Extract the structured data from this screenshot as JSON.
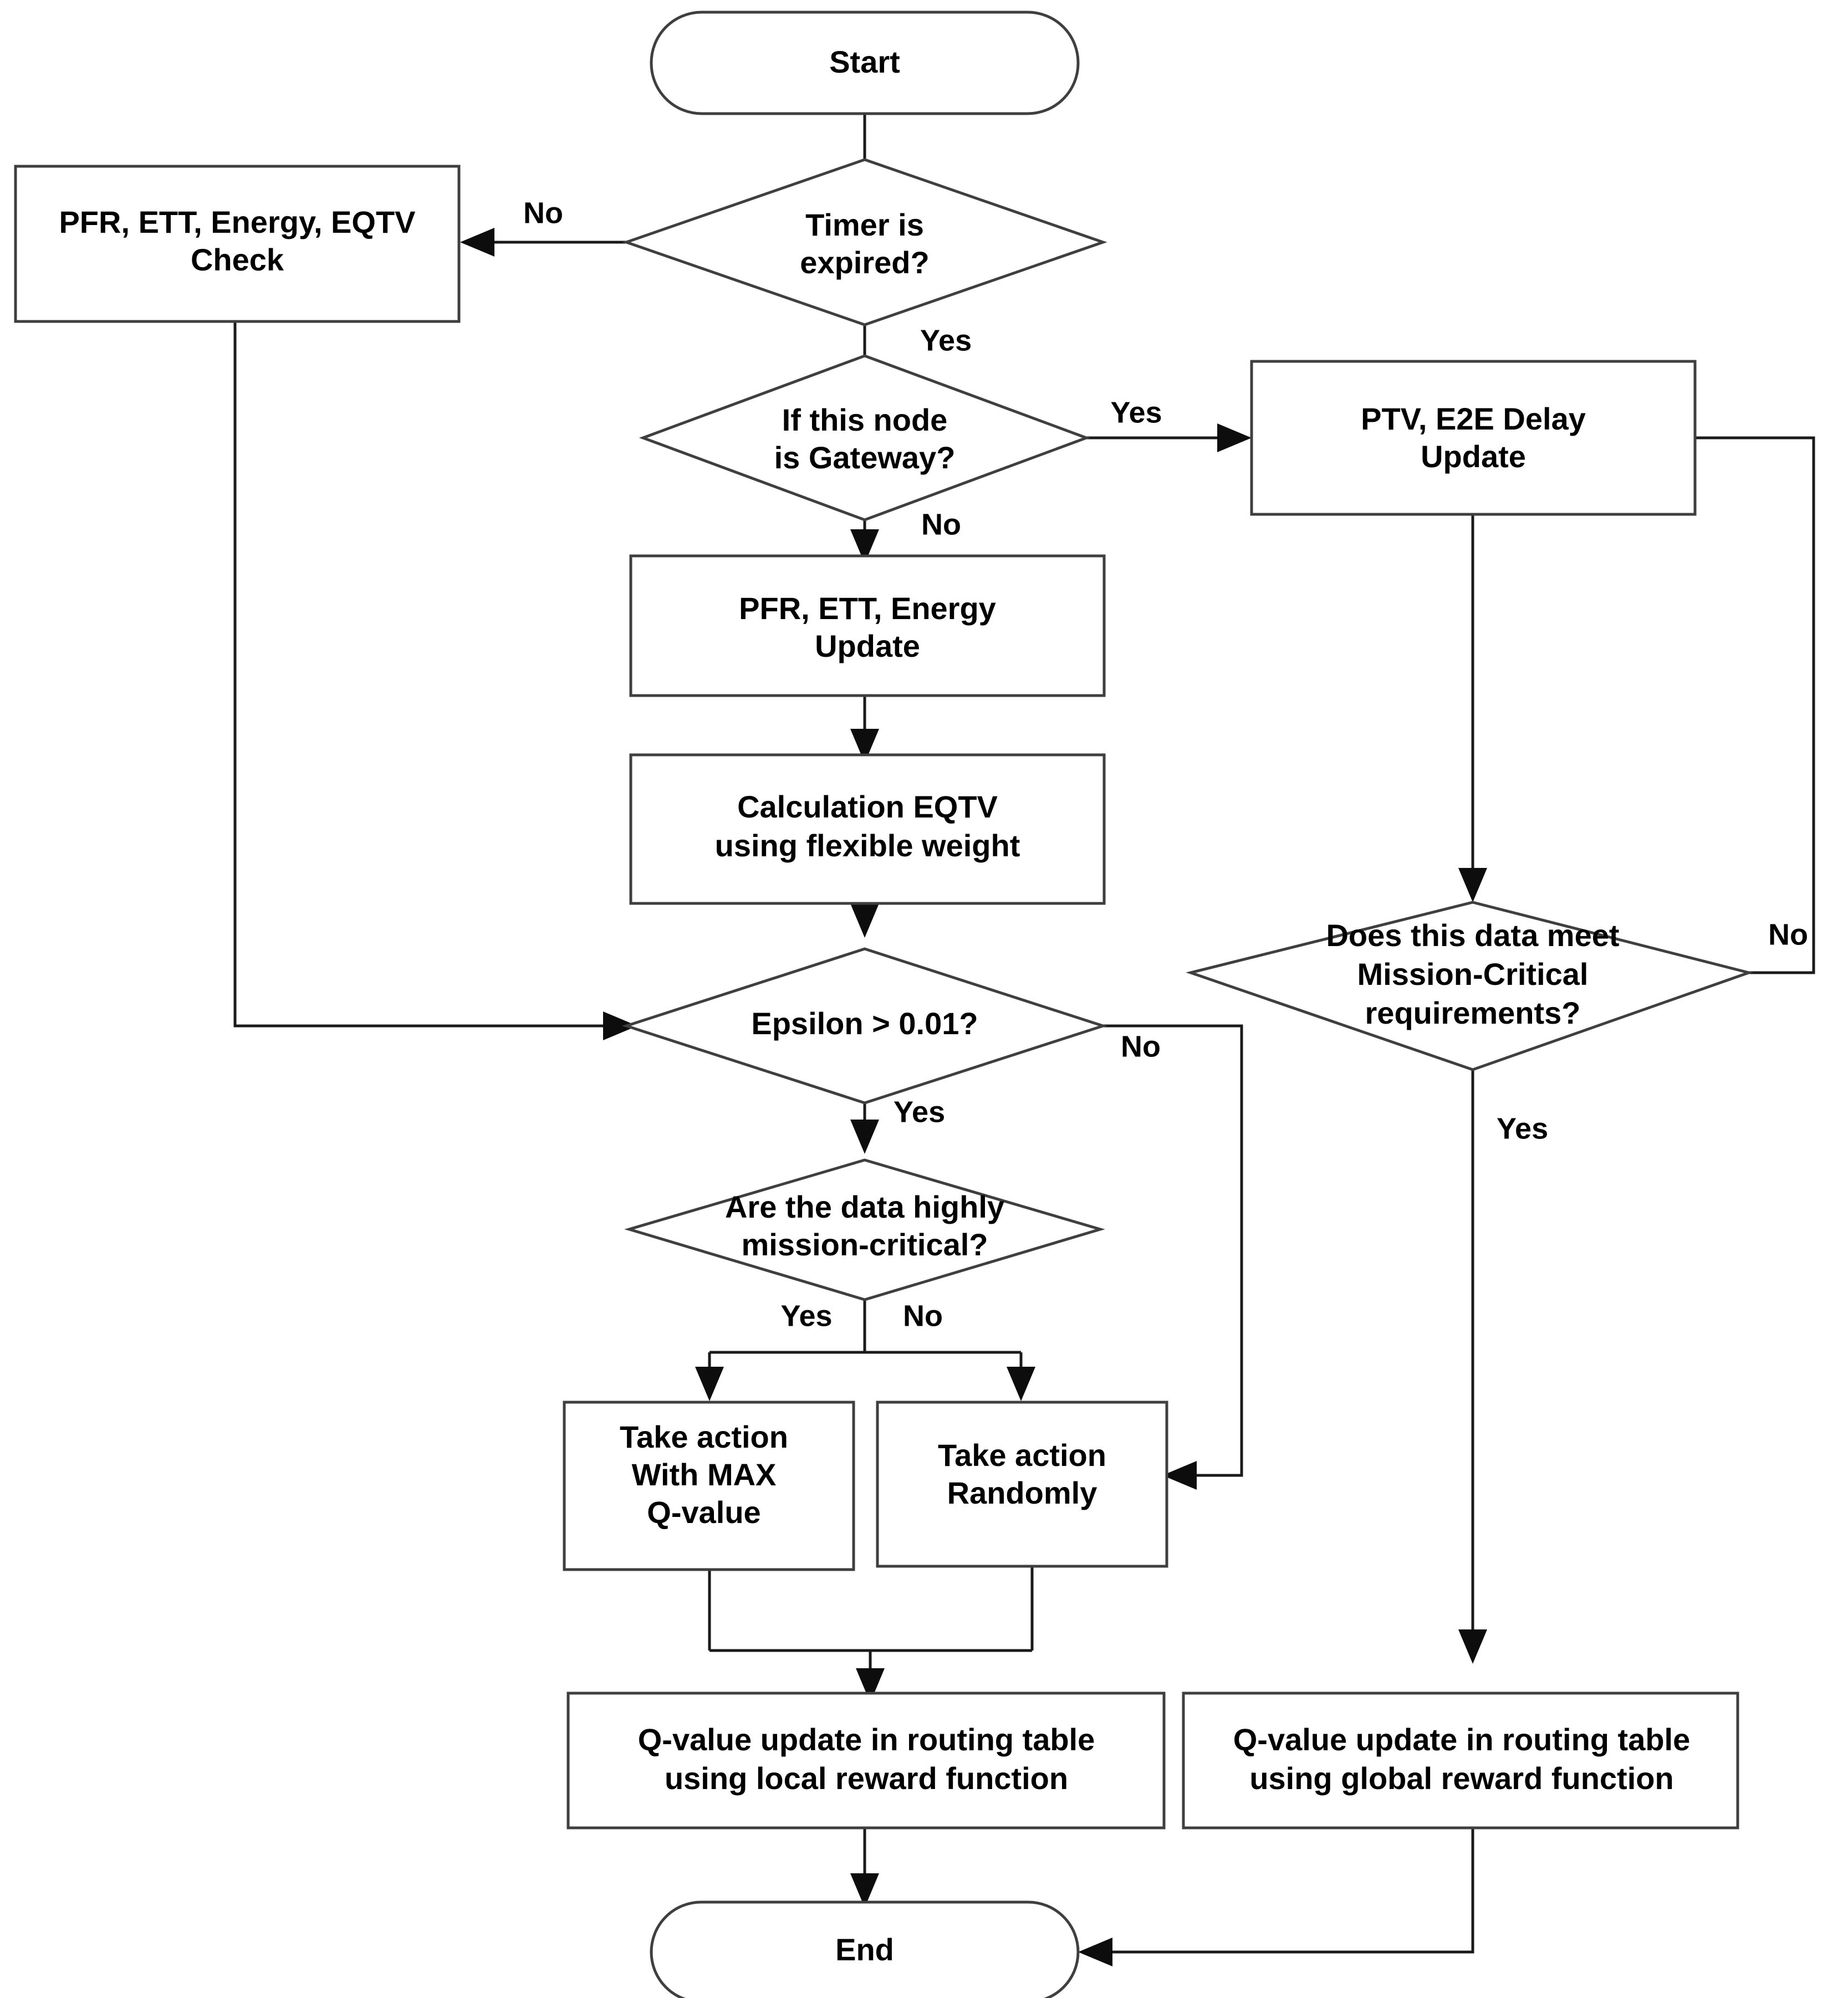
{
  "diagram": {
    "title": "Routing algorithm flowchart",
    "colors": {
      "background": "#ffffff",
      "node_stroke": "#3f3f3f",
      "edge_stroke": "#1a1a1a",
      "text": "#000000"
    }
  },
  "nodes": {
    "start": {
      "label": "Start",
      "shape": "terminator"
    },
    "timer_expired": {
      "label_line1": "Timer is",
      "label_line2": "expired?",
      "shape": "decision"
    },
    "pfr_check": {
      "label_line1": "PFR, ETT, Energy, EQTV",
      "label_line2": "Check",
      "shape": "process"
    },
    "is_gateway": {
      "label_line1": "If this node",
      "label_line2": "is Gateway?",
      "shape": "decision"
    },
    "ptv_update": {
      "label_line1": "PTV, E2E Delay",
      "label_line2": "Update",
      "shape": "process"
    },
    "pfr_update": {
      "label_line1": "PFR, ETT, Energy",
      "label_line2": "Update",
      "shape": "process"
    },
    "calc_eqtv": {
      "label_line1": "Calculation EQTV",
      "label_line2": "using flexible weight",
      "shape": "process"
    },
    "epsilon": {
      "label_line1": "Epsilon > 0.01?",
      "shape": "decision"
    },
    "mission_critical_req": {
      "label_line1": "Does this data meet",
      "label_line2": "Mission-Critical",
      "label_line3": "requirements?",
      "shape": "decision"
    },
    "data_highly_mc": {
      "label_line1": "Are the data highly",
      "label_line2": "mission-critical?",
      "shape": "decision"
    },
    "action_max_q": {
      "label_line1": "Take action",
      "label_line2": "With MAX",
      "label_line3": "Q-value",
      "shape": "process"
    },
    "action_random": {
      "label_line1": "Take action",
      "label_line2": "Randomly",
      "shape": "process"
    },
    "q_local": {
      "label_line1": "Q-value update in routing table",
      "label_line2": "using local reward function",
      "shape": "process"
    },
    "q_global": {
      "label_line1": "Q-value update in routing table",
      "label_line2": "using global reward function",
      "shape": "process"
    },
    "end": {
      "label": "End",
      "shape": "terminator"
    }
  },
  "edge_labels": {
    "timer_no": "No",
    "timer_yes": "Yes",
    "gateway_yes": "Yes",
    "gateway_no": "No",
    "epsilon_yes": "Yes",
    "epsilon_no": "No",
    "mc_req_no": "No",
    "mc_req_yes": "Yes",
    "highly_mc_yes": "Yes",
    "highly_mc_no": "No"
  },
  "chart_data": {
    "type": "flowchart",
    "title": "Routing algorithm flowchart",
    "nodes": [
      {
        "id": "start",
        "type": "terminator",
        "text": "Start"
      },
      {
        "id": "timer_expired",
        "type": "decision",
        "text": "Timer is expired?"
      },
      {
        "id": "pfr_check",
        "type": "process",
        "text": "PFR, ETT, Energy, EQTV Check"
      },
      {
        "id": "is_gateway",
        "type": "decision",
        "text": "If this node is Gateway?"
      },
      {
        "id": "ptv_update",
        "type": "process",
        "text": "PTV, E2E Delay Update"
      },
      {
        "id": "pfr_update",
        "type": "process",
        "text": "PFR, ETT, Energy Update"
      },
      {
        "id": "calc_eqtv",
        "type": "process",
        "text": "Calculation EQTV using flexible weight"
      },
      {
        "id": "epsilon",
        "type": "decision",
        "text": "Epsilon > 0.01?"
      },
      {
        "id": "mission_critical_req",
        "type": "decision",
        "text": "Does this data meet Mission-Critical requirements?"
      },
      {
        "id": "data_highly_mc",
        "type": "decision",
        "text": "Are the data highly mission-critical?"
      },
      {
        "id": "action_max_q",
        "type": "process",
        "text": "Take action With MAX Q-value"
      },
      {
        "id": "action_random",
        "type": "process",
        "text": "Take action Randomly"
      },
      {
        "id": "q_local",
        "type": "process",
        "text": "Q-value update in routing table using local reward function"
      },
      {
        "id": "q_global",
        "type": "process",
        "text": "Q-value update in routing table using global reward function"
      },
      {
        "id": "end",
        "type": "terminator",
        "text": "End"
      }
    ],
    "edges": [
      {
        "from": "start",
        "to": "timer_expired",
        "label": ""
      },
      {
        "from": "timer_expired",
        "to": "pfr_check",
        "label": "No"
      },
      {
        "from": "timer_expired",
        "to": "is_gateway",
        "label": "Yes"
      },
      {
        "from": "pfr_check",
        "to": "epsilon",
        "label": ""
      },
      {
        "from": "is_gateway",
        "to": "ptv_update",
        "label": "Yes"
      },
      {
        "from": "is_gateway",
        "to": "pfr_update",
        "label": "No"
      },
      {
        "from": "pfr_update",
        "to": "calc_eqtv",
        "label": ""
      },
      {
        "from": "calc_eqtv",
        "to": "epsilon",
        "label": ""
      },
      {
        "from": "ptv_update",
        "to": "mission_critical_req",
        "label": ""
      },
      {
        "from": "mission_critical_req",
        "to": "ptv_update",
        "label": "No"
      },
      {
        "from": "mission_critical_req",
        "to": "q_global",
        "label": "Yes"
      },
      {
        "from": "epsilon",
        "to": "data_highly_mc",
        "label": "Yes"
      },
      {
        "from": "epsilon",
        "to": "action_random",
        "label": "No"
      },
      {
        "from": "data_highly_mc",
        "to": "action_max_q",
        "label": "Yes"
      },
      {
        "from": "data_highly_mc",
        "to": "action_random",
        "label": "No"
      },
      {
        "from": "action_max_q",
        "to": "q_local",
        "label": ""
      },
      {
        "from": "action_random",
        "to": "q_local",
        "label": ""
      },
      {
        "from": "q_local",
        "to": "end",
        "label": ""
      },
      {
        "from": "q_global",
        "to": "end",
        "label": ""
      }
    ]
  }
}
